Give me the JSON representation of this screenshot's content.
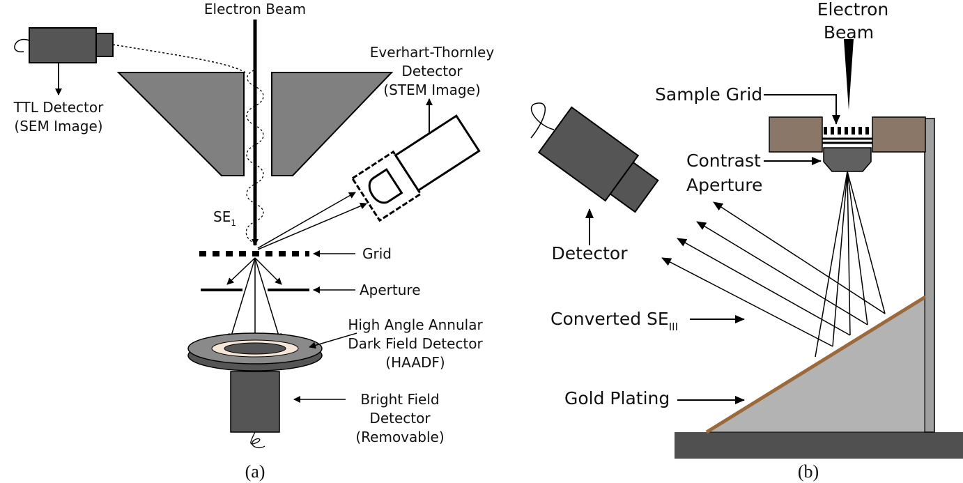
{
  "panel_a": {
    "electron_beam": "Electron Beam",
    "ttl_detector": {
      "line1": "TTL Detector",
      "line2": "(SEM Image)"
    },
    "et_detector": {
      "line1": "Everhart-Thornley",
      "line2": "Detector",
      "line3": "(STEM Image)"
    },
    "se1": {
      "main": "SE",
      "sub": "1"
    },
    "grid": "Grid",
    "aperture": "Aperture",
    "haadf": {
      "line1": "High Angle Annular",
      "line2": "Dark Field Detector",
      "line3": "(HAADF)"
    },
    "bright_field": {
      "line1": "Bright Field",
      "line2": "Detector",
      "line3": "(Removable)"
    },
    "caption": "(a)"
  },
  "panel_b": {
    "electron_beam": {
      "line1": "Electron",
      "line2": "Beam"
    },
    "sample_grid": "Sample Grid",
    "contrast_aperture": {
      "line1": "Contrast",
      "line2": "Aperture"
    },
    "detector": "Detector",
    "converted_se": {
      "main": "Converted SE",
      "sub": "III"
    },
    "gold_plating": "Gold Plating",
    "caption": "(b)"
  },
  "colors": {
    "pole_piece": "#808080",
    "detector_body": "#555555",
    "holder": "#8b7768",
    "gold_plating": "#9b6a3c",
    "wedge": "#b3b3b3",
    "base": "#505050"
  }
}
